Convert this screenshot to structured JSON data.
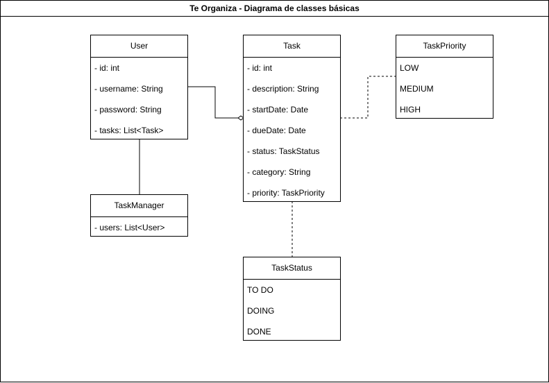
{
  "diagram": {
    "title": "Te Organiza - Diagrama de classes básicas"
  },
  "classes": {
    "user": {
      "name": "User",
      "attributes": [
        "- id: int",
        "- username: String",
        "- password: String",
        "- tasks: List<Task>"
      ]
    },
    "task": {
      "name": "Task",
      "attributes": [
        "- id: int",
        "- description: String",
        "- startDate: Date",
        "- dueDate: Date",
        "- status: TaskStatus",
        "- category: String",
        "- priority: TaskPriority"
      ]
    },
    "task_priority": {
      "name": "TaskPriority",
      "attributes": [
        "LOW",
        "MEDIUM",
        "HIGH"
      ]
    },
    "task_manager": {
      "name": "TaskManager",
      "attributes": [
        "- users: List<User>"
      ]
    },
    "task_status": {
      "name": "TaskStatus",
      "attributes": [
        "TO DO",
        "DOING",
        "DONE"
      ]
    }
  }
}
